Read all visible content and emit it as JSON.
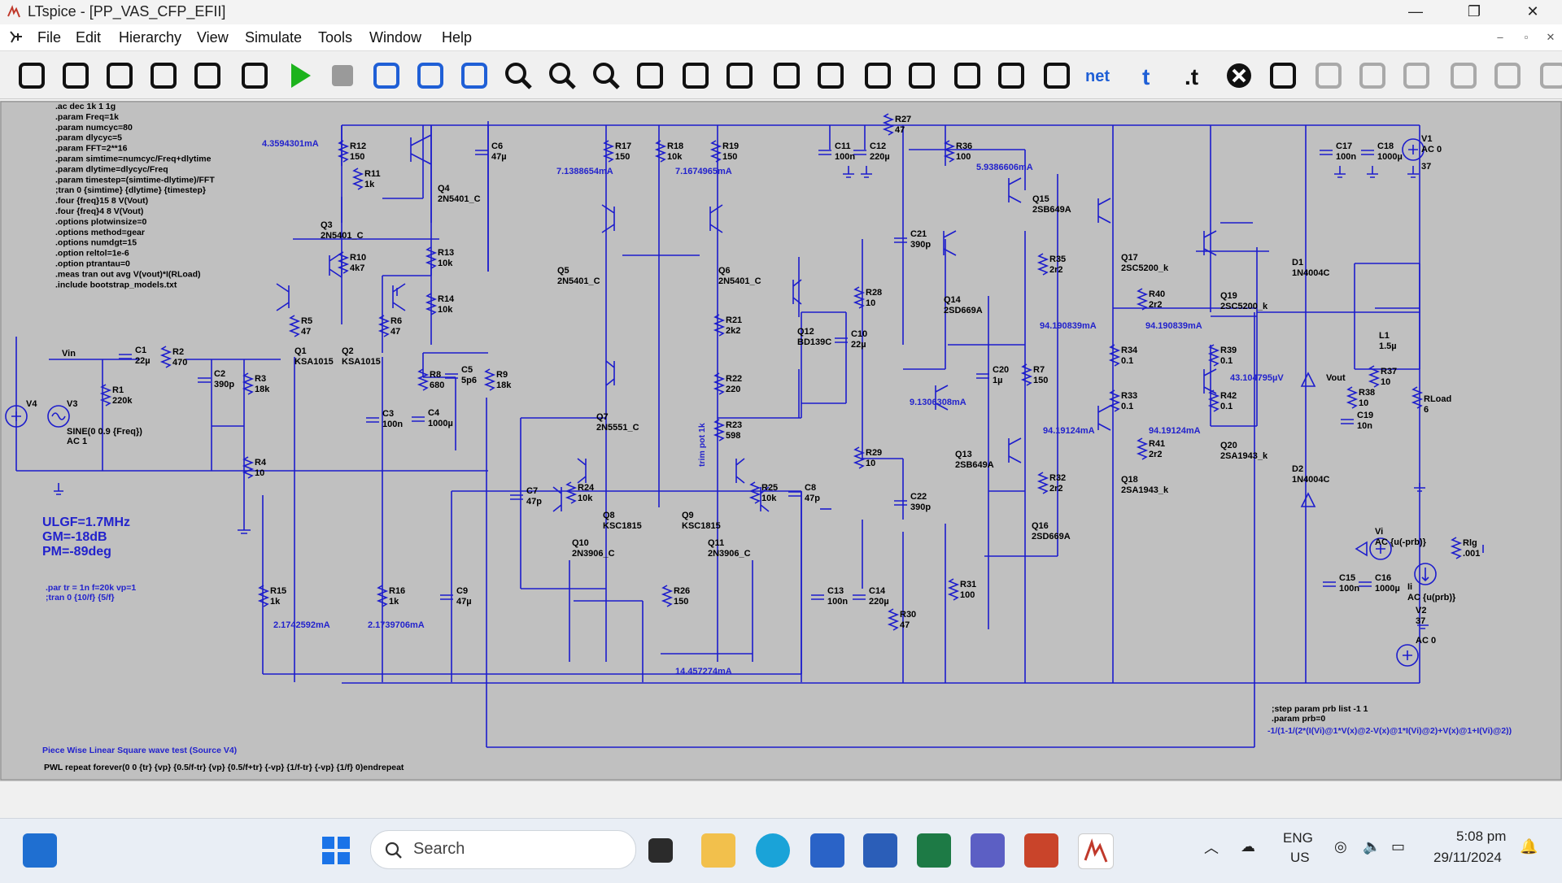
{
  "window": {
    "title": "LTspice - [PP_VAS_CFP_EFII]",
    "minimize": "—",
    "maximize": "❐",
    "close": "✕"
  },
  "menu": {
    "items": [
      "File",
      "Edit",
      "Hierarchy",
      "View",
      "Simulate",
      "Tools",
      "Window",
      "Help"
    ],
    "mdi": {
      "minimize": "–",
      "restore": "▫",
      "close": "✕"
    }
  },
  "toolbar": {
    "tools": [
      "settings-icon",
      "new-schematic-icon",
      "open-icon",
      "save-icon",
      "print-icon",
      "ac-analysis-icon",
      "run-icon",
      "halt-icon",
      "tile-vertical-icon",
      "tile-horizontal-icon",
      "cascade-icon",
      "zoom-in-icon",
      "zoom-out-icon",
      "zoom-fit-icon",
      "pan-icon",
      "waveform-icon",
      "wire-icon",
      "ground-icon",
      "label-icon",
      "resistor-icon",
      "capacitor-icon",
      "inductor-icon",
      "diode-icon",
      "component-icon",
      "spice-netlist-icon",
      "text-icon",
      "spice-directive-icon",
      "delete-icon",
      "duplicate-icon",
      "move-icon",
      "drag-icon",
      "rotate-icon",
      "mirror-icon",
      "undo-icon",
      "redo-icon"
    ]
  },
  "schematic": {
    "directives": [
      ".ac dec 1k 1 1g",
      ".param Freq=1k",
      ".param numcyc=80",
      ".param dlycyc=5",
      ".param FFT=2**16",
      ".param simtime=numcyc/Freq+dlytime",
      ".param dlytime=dlycyc/Freq",
      ".param timestep=(simtime-dlytime)/FFT",
      ";tran 0 {simtime} {dlytime} {timestep}",
      ".four {freq}15 8 V(Vout)",
      ".four {freq}4 8 V(Vout)",
      ".options plotwinsize=0",
      ".options method=gear",
      ".options numdgt=15",
      ".option reltol=1e-6",
      ".option ptrantau=0",
      ".meas tran out avg V(vout)*I(RLoad)",
      ".include bootstrap_models.txt"
    ],
    "stability": {
      "ulgf": "ULGF=1.7MHz",
      "gm": "GM=-18dB",
      "pm": "PM=-89deg"
    },
    "tran_notes": [
      ".par tr = 1n f=20k vp=1",
      ";tran 0 {10/f} {5/f}"
    ],
    "pwl_title": "Piece Wise Linear Square wave test (Source V4)",
    "pwl": "PWL repeat forever(0 0 {tr} {vp} {0.5/f-tr} {vp} {0.5/f+tr} {-vp} {1/f-tr} {-vp} {1/f} 0)endrepeat",
    "step_notes": [
      ";step param prb list -1 1",
      ".param prb=0"
    ],
    "tian": "-1/(1-1/(2*(I(Vi)@1*V(x)@2-V(x)@1*I(Vi)@2)+V(x)@1+I(Vi)@2))",
    "currents": [
      "4.3594301mA",
      "7.1388654mA",
      "7.1674965mA",
      "5.9386606mA",
      "94.190839mA",
      "94.190839mA",
      "43.104795µV",
      "9.1306308mA",
      "94.19124mA",
      "94.19124mA",
      "2.1742592mA",
      "2.1739706mA",
      "14.457274mA"
    ],
    "trimpot": "trim pot 1k",
    "net_labels": {
      "vin": "Vin",
      "vout": "Vout"
    },
    "parts": [
      [
        "R12",
        "150"
      ],
      [
        "R11",
        "1k"
      ],
      [
        "Q4",
        "2N5401_C"
      ],
      [
        "Q3",
        "2N5401_C"
      ],
      [
        "C6",
        "47µ"
      ],
      [
        "R13",
        "10k"
      ],
      [
        "R10",
        "4k7"
      ],
      [
        "R14",
        "10k"
      ],
      [
        "R5",
        "47"
      ],
      [
        "R6",
        "47"
      ],
      [
        "Q1",
        "KSA1015"
      ],
      [
        "Q2",
        "KSA1015"
      ],
      [
        "C1",
        "22µ"
      ],
      [
        "R2",
        "470"
      ],
      [
        "R1",
        "220k"
      ],
      [
        "C2",
        "390p"
      ],
      [
        "R3",
        "18k"
      ],
      [
        "R4",
        "10"
      ],
      [
        "R8",
        "680"
      ],
      [
        "C5",
        "5p6"
      ],
      [
        "R9",
        "18k"
      ],
      [
        "C3",
        "100n"
      ],
      [
        "C4",
        "1000µ"
      ],
      [
        "R17",
        "150"
      ],
      [
        "R18",
        "10k"
      ],
      [
        "R19",
        "150"
      ],
      [
        "Q5",
        "2N5401_C"
      ],
      [
        "Q6",
        "2N5401_C"
      ],
      [
        "Q7",
        "2N5551_C"
      ],
      [
        "R21",
        "2k2"
      ],
      [
        "R22",
        "220"
      ],
      [
        "R23",
        "598"
      ],
      [
        "Q12",
        "BD139C"
      ],
      [
        "C10",
        "22µ"
      ],
      [
        "C7",
        "47p"
      ],
      [
        "R24",
        "10k"
      ],
      [
        "R25",
        "10k"
      ],
      [
        "C8",
        "47p"
      ],
      [
        "Q8",
        "KSC1815"
      ],
      [
        "Q9",
        "KSC1815"
      ],
      [
        "Q10",
        "2N3906_C"
      ],
      [
        "Q11",
        "2N3906_C"
      ],
      [
        "R26",
        "150"
      ],
      [
        "R15",
        "1k"
      ],
      [
        "R16",
        "1k"
      ],
      [
        "C9",
        "47µ"
      ],
      [
        "C11",
        "100n"
      ],
      [
        "C12",
        "220µ"
      ],
      [
        "R27",
        "47"
      ],
      [
        "R36",
        "100"
      ],
      [
        "C21",
        "390p"
      ],
      [
        "Q14",
        "2SD669A"
      ],
      [
        "R28",
        "10"
      ],
      [
        "Q15",
        "2SB649A"
      ],
      [
        "C20",
        "1µ"
      ],
      [
        "R7",
        "150"
      ],
      [
        "R29",
        "10"
      ],
      [
        "Q13",
        "2SB649A"
      ],
      [
        "C22",
        "390p"
      ],
      [
        "Q16",
        "2SD669A"
      ],
      [
        "R31",
        "100"
      ],
      [
        "C13",
        "100n"
      ],
      [
        "C14",
        "220µ"
      ],
      [
        "R30",
        "47"
      ],
      [
        "Q17",
        "2SC5200_k"
      ],
      [
        "R35",
        "2r2"
      ],
      [
        "R40",
        "2r2"
      ],
      [
        "Q19",
        "2SC5200_k"
      ],
      [
        "R34",
        "0.1"
      ],
      [
        "R39",
        "0.1"
      ],
      [
        "R33",
        "0.1"
      ],
      [
        "R42",
        "0.1"
      ],
      [
        "R41",
        "2r2"
      ],
      [
        "Q20",
        "2SA1943_k"
      ],
      [
        "R32",
        "2r2"
      ],
      [
        "Q18",
        "2SA1943_k"
      ],
      [
        "C17",
        "100n"
      ],
      [
        "C18",
        "1000µ"
      ],
      [
        "V1",
        "AC 0"
      ],
      [
        "V1val",
        "37"
      ],
      [
        "D1",
        "1N4004C"
      ],
      [
        "D2",
        "1N4004C"
      ],
      [
        "L1",
        "1.5µ"
      ],
      [
        "R37",
        "10"
      ],
      [
        "R38",
        "10"
      ],
      [
        "C19",
        "10n"
      ],
      [
        "RLoad",
        "6"
      ],
      [
        "Vi",
        "AC {u(-prb)}"
      ],
      [
        "Rlg",
        ".001"
      ],
      [
        "Ii",
        "AC {u(prb)}"
      ],
      [
        "C15",
        "100n"
      ],
      [
        "C16",
        "1000µ"
      ],
      [
        "V2",
        "37"
      ],
      [
        "V2ac",
        "AC 0"
      ],
      [
        "V4",
        ""
      ],
      [
        "V3",
        "SINE(0 0.9 {Freq})"
      ],
      [
        "V3ac",
        "AC 1"
      ]
    ]
  },
  "taskbar": {
    "search_placeholder": "Search",
    "lang1": "ENG",
    "lang2": "US",
    "time": "5:08 pm",
    "date": "29/11/2024"
  }
}
